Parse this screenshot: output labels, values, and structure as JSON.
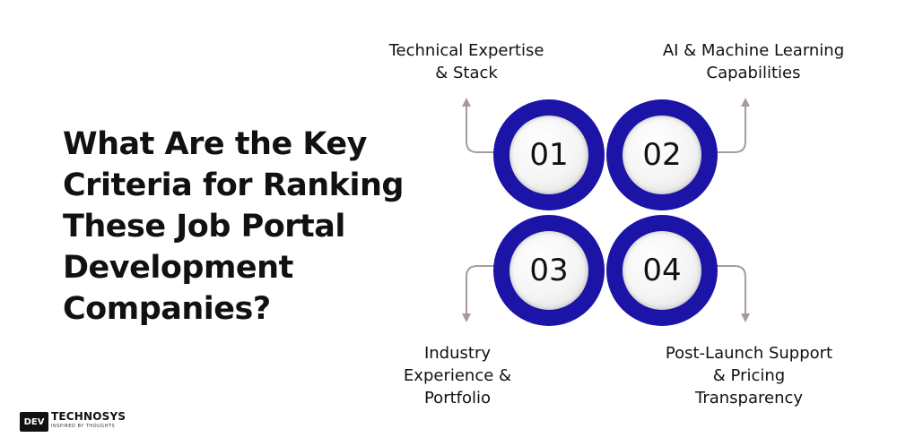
{
  "title_lines": [
    "What Are the Key",
    "Criteria for Ranking",
    "These Job Portal",
    "Development",
    "Companies?"
  ],
  "steps": [
    {
      "number": "01",
      "label_lines": [
        "Technical Expertise",
        "& Stack"
      ]
    },
    {
      "number": "02",
      "label_lines": [
        "AI & Machine Learning",
        "Capabilities"
      ]
    },
    {
      "number": "03",
      "label_lines": [
        "Industry",
        "Experience &",
        "Portfolio"
      ]
    },
    {
      "number": "04",
      "label_lines": [
        "Post-Launch Support",
        "& Pricing",
        "Transparency"
      ]
    }
  ],
  "colors": {
    "circle_ring": "#1c14a6",
    "connector": "#a79a9d",
    "text": "#111111"
  },
  "logo": {
    "mark": "DEV",
    "name": "TECHNOSYS",
    "tagline": "INSPIRED BY THOUGHTS"
  }
}
